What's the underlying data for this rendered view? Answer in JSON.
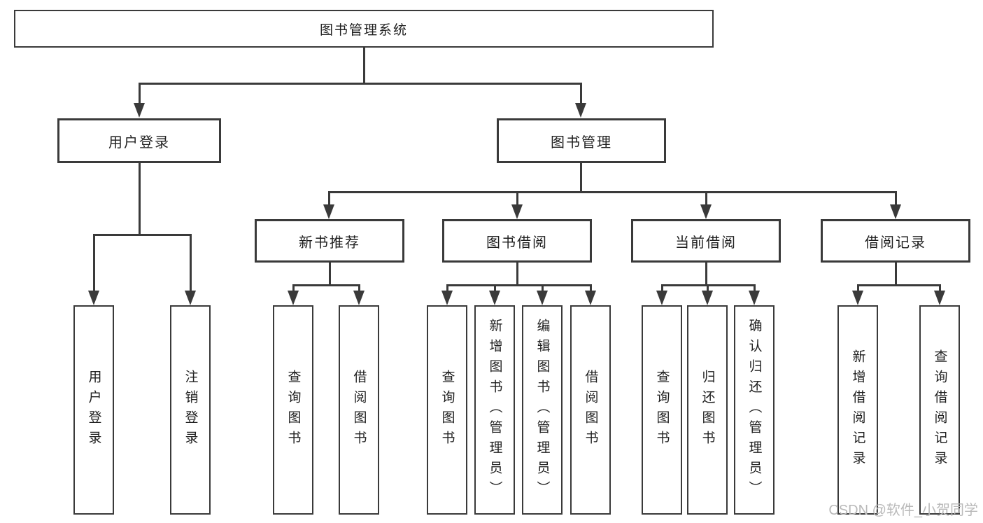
{
  "diagram": {
    "type": "tree",
    "root": {
      "label": "图书管理系统"
    },
    "branches": [
      {
        "label": "用户登录",
        "children": [
          {
            "label": "用户登录"
          },
          {
            "label": "注销登录"
          }
        ]
      },
      {
        "label": "图书管理",
        "children": [
          {
            "label": "新书推荐",
            "children": [
              {
                "label": "查询图书"
              },
              {
                "label": "借阅图书"
              }
            ]
          },
          {
            "label": "图书借阅",
            "children": [
              {
                "label": "查询图书"
              },
              {
                "label": "新增图书（管理员）"
              },
              {
                "label": "编辑图书（管理员）"
              },
              {
                "label": "借阅图书"
              }
            ]
          },
          {
            "label": "当前借阅",
            "children": [
              {
                "label": "查询图书"
              },
              {
                "label": "归还图书"
              },
              {
                "label": "确认归还（管理员）"
              }
            ]
          },
          {
            "label": "借阅记录",
            "children": [
              {
                "label": "新增借阅记录"
              },
              {
                "label": "查询借阅记录"
              }
            ]
          }
        ]
      }
    ],
    "watermark": {
      "text": "CSDN @软件_小贺同学"
    },
    "colors": {
      "line": "#3a3a3a",
      "text": "#1f1f1f",
      "watermark": "#b9b9b9",
      "background": "#ffffff"
    }
  }
}
